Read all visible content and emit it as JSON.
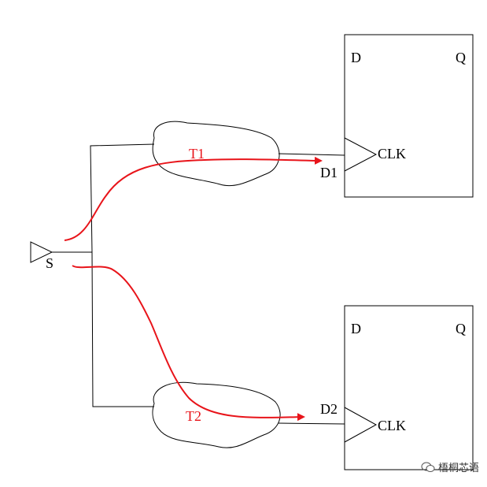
{
  "colors": {
    "wire": "#000000",
    "path": "#e8141a"
  },
  "source": {
    "label": "S"
  },
  "flipflops": [
    {
      "d_label": "D",
      "q_label": "Q",
      "clk_label": "CLK",
      "input_label": "D1"
    },
    {
      "d_label": "D",
      "q_label": "Q",
      "clk_label": "CLK",
      "input_label": "D2"
    }
  ],
  "paths": [
    {
      "label": "T1"
    },
    {
      "label": "T2"
    }
  ],
  "watermark": {
    "text": "梧桐芯语",
    "icon": "wechat-icon"
  }
}
